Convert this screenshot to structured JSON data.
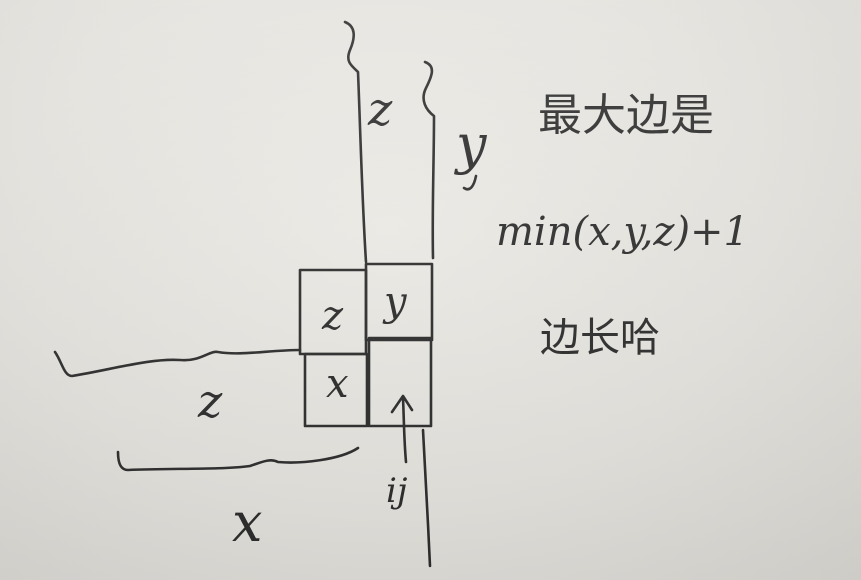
{
  "labels": {
    "z_top": "z",
    "y_top": "y",
    "z_cell": "z",
    "y_cell": "y",
    "x_cell": "x",
    "z_left": "z",
    "x_bottom": "x",
    "ij": "ij"
  },
  "notes": {
    "max_side": "最大边是",
    "formula": "min(x,y,z)+1",
    "side_length": "边长哈"
  }
}
